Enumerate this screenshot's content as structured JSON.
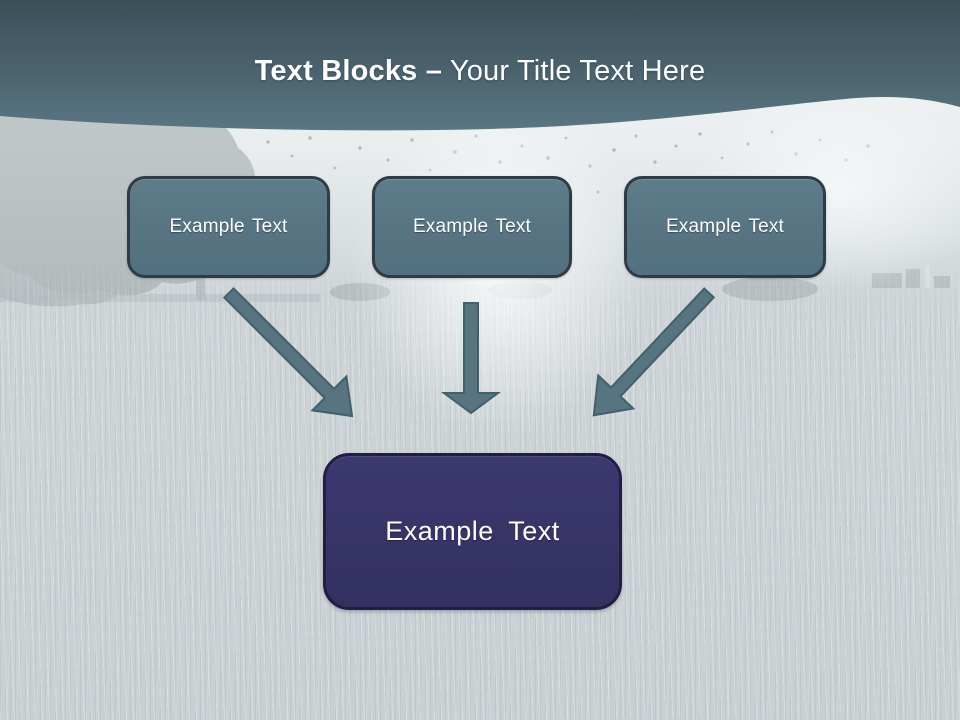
{
  "slide": {
    "title": {
      "bold": "Text Blocks –",
      "regular": " Your Title Text Here"
    },
    "source_boxes": [
      {
        "label": "Example Text"
      },
      {
        "label": "Example Text"
      },
      {
        "label": "Example Text"
      }
    ],
    "target_box": {
      "label": "Example Text"
    },
    "arrows": [
      {
        "name": "arrow-diagonal-down-right"
      },
      {
        "name": "arrow-straight-down"
      },
      {
        "name": "arrow-diagonal-down-left"
      }
    ],
    "colors": {
      "header_top": "#3c4f59",
      "header_bottom": "#5a7683",
      "block_fill": "#587482",
      "block_border": "#2e3d45",
      "target_fill": "#373467",
      "target_border": "#201f41",
      "arrow_fill": "#567581",
      "arrow_border": "#41606a",
      "title_text": "#ffffff",
      "background_field": "#ccd2d5"
    }
  }
}
